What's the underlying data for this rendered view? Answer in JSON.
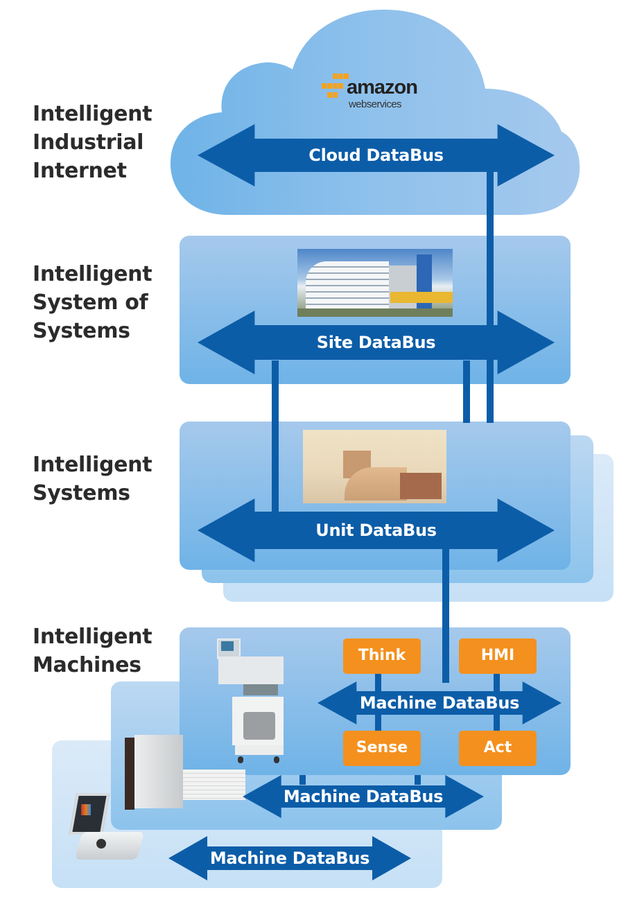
{
  "diagram": {
    "layers": [
      {
        "id": "internet",
        "label_lines": [
          "Intelligent",
          "Industrial",
          "Internet"
        ],
        "bus": "Cloud DataBus"
      },
      {
        "id": "sos",
        "label_lines": [
          "Intelligent",
          "System of",
          "Systems"
        ],
        "bus": "Site DataBus"
      },
      {
        "id": "systems",
        "label_lines": [
          "Intelligent",
          "Systems"
        ],
        "bus": "Unit DataBus"
      },
      {
        "id": "machines",
        "label_lines": [
          "Intelligent",
          "Machines"
        ],
        "bus": "Machine DataBus"
      }
    ],
    "cloud_logo": {
      "brand": "amazon",
      "sub": "webservices",
      "icon": "aws-cubes-icon"
    },
    "machine_components": [
      "Think",
      "HMI",
      "Sense",
      "Act"
    ],
    "secondary_machine_buses": [
      "Machine DataBus",
      "Machine DataBus"
    ],
    "photos": {
      "site": "hospital-building-photo",
      "unit": "nurse-station-photo",
      "machine_1": "anesthesia-machine-photo",
      "machine_2": "ct-scanner-photo",
      "machine_3": "portable-ultrasound-photo"
    },
    "colors": {
      "bus": "#0c5da8",
      "panel_top": "#a6c9ec",
      "panel_bottom": "#6fb3e7",
      "component": "#f4901e",
      "label_text": "#2b2b2b",
      "aws_orange": "#f6a21d"
    }
  }
}
